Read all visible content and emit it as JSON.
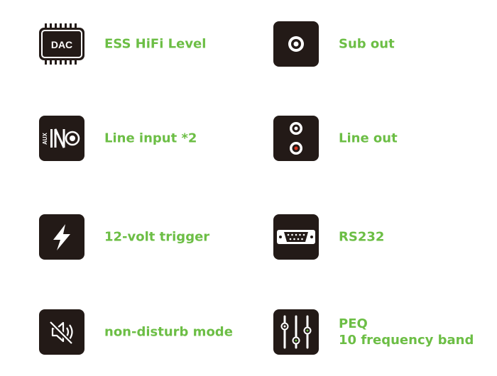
{
  "colors": {
    "accent": "#6cbe45",
    "icon_bg": "#231a17",
    "icon_fg": "#ffffff",
    "red_dot": "#d7331f"
  },
  "features": [
    {
      "icon": "dac-chip-icon",
      "label": "ESS HiFi Level",
      "icon_text": "DAC"
    },
    {
      "icon": "coaxial-jack-icon",
      "label": "Sub out"
    },
    {
      "icon": "aux-input-icon",
      "label": "Line input *2",
      "icon_text": "AUX"
    },
    {
      "icon": "rca-jacks-icon",
      "label": "Line out"
    },
    {
      "icon": "lightning-bolt-icon",
      "label": "12-volt trigger"
    },
    {
      "icon": "serial-port-icon",
      "label": "RS232"
    },
    {
      "icon": "speaker-mute-icon",
      "label": "non-disturb mode"
    },
    {
      "icon": "equalizer-sliders-icon",
      "label_line1": "PEQ",
      "label_line2": "10 frequency band"
    }
  ]
}
